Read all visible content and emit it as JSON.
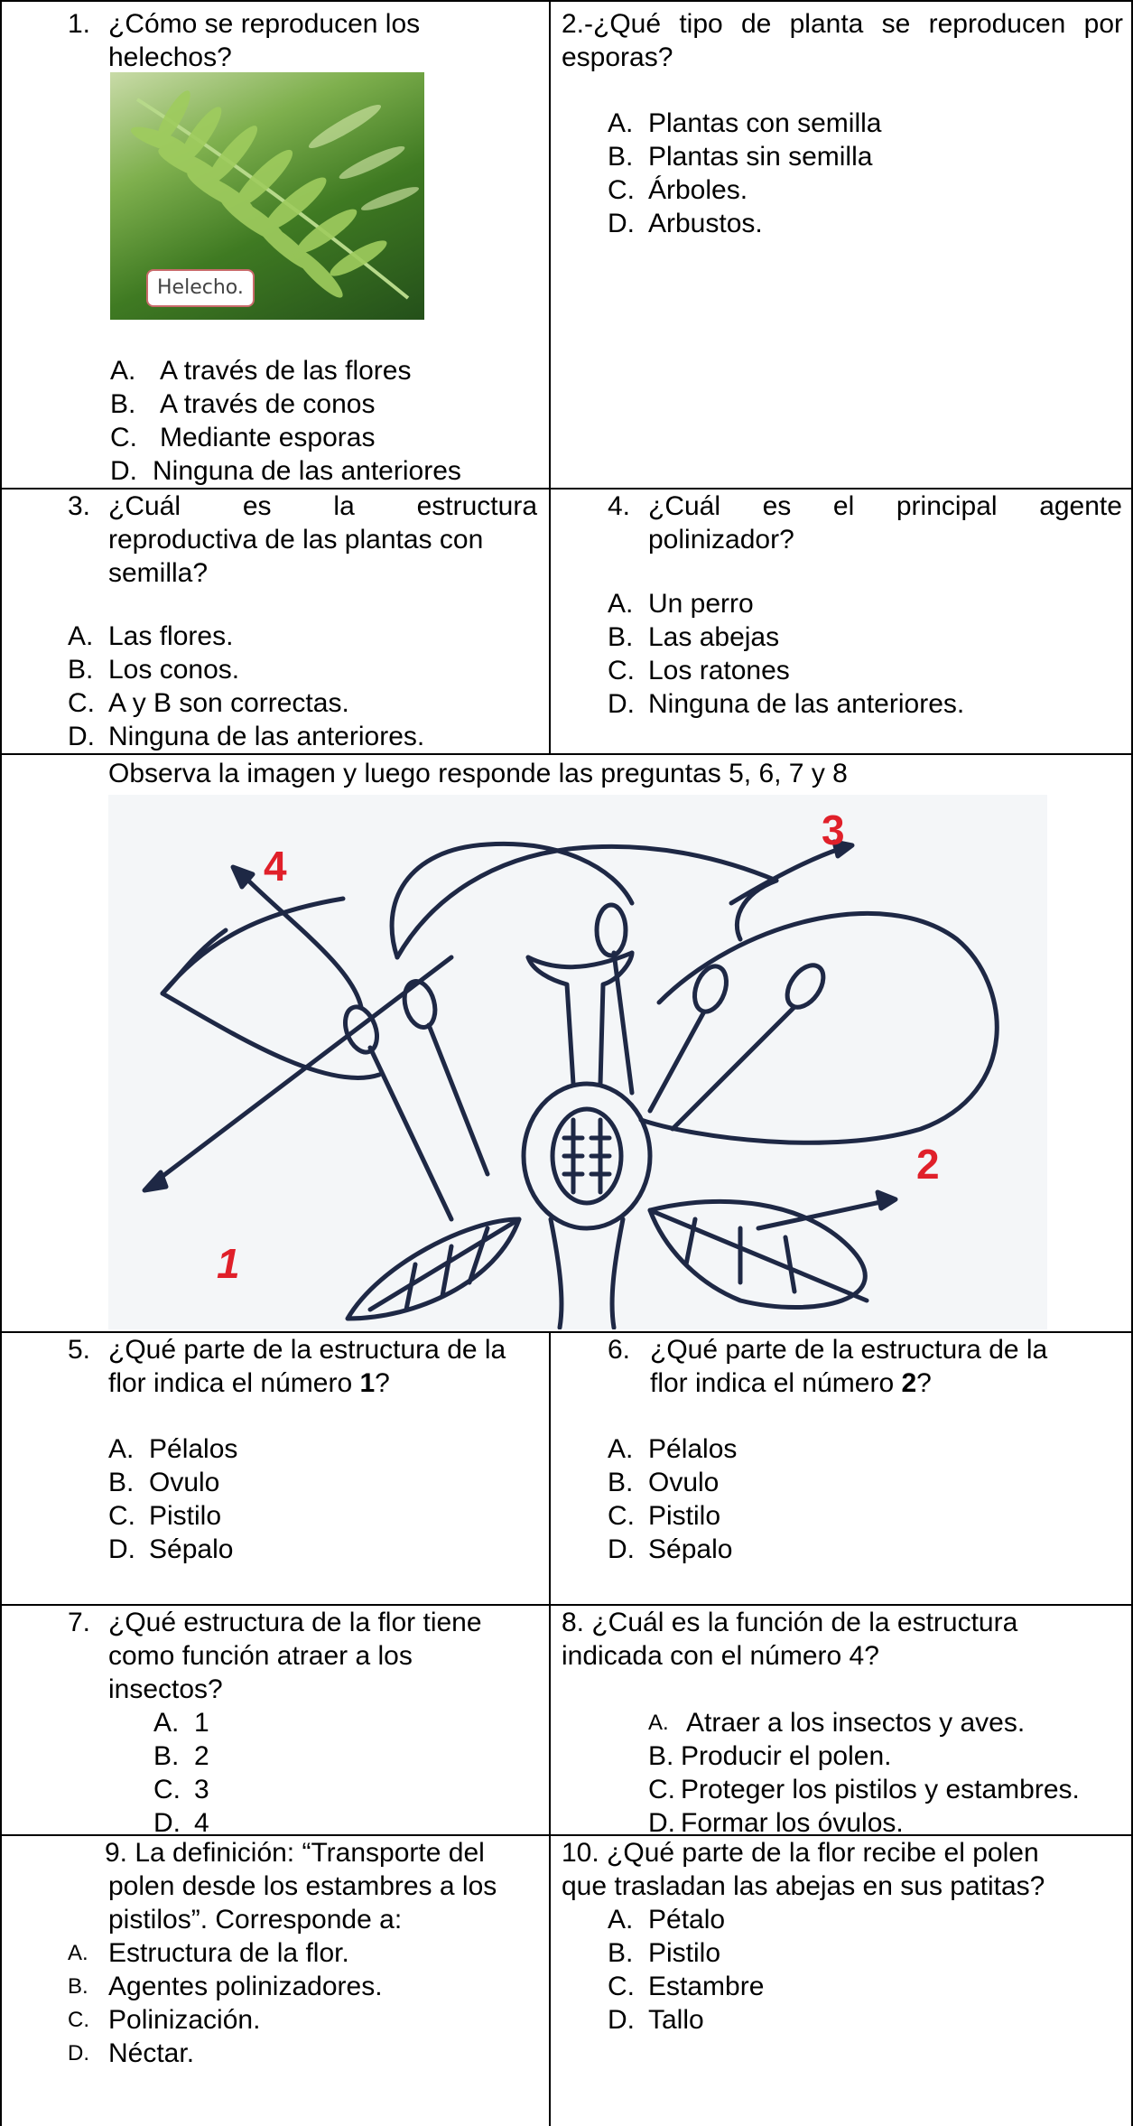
{
  "q1": {
    "number": "1.",
    "text": "¿Cómo se reproducen los helechos?",
    "image_caption": "Helecho.",
    "options": [
      {
        "letter": "A.",
        "text": "A través de las flores"
      },
      {
        "letter": "B.",
        "text": "A través de conos"
      },
      {
        "letter": "C.",
        "text": "Mediante esporas"
      },
      {
        "letter": "D.",
        "text": "Ninguna de las anteriores"
      }
    ]
  },
  "q2": {
    "text_line1": "2.-¿Qué tipo de planta se reproducen por",
    "text_line2": "esporas?",
    "options": [
      {
        "letter": "A.",
        "text": "Plantas con semilla"
      },
      {
        "letter": "B.",
        "text": "Plantas sin semilla"
      },
      {
        "letter": "C.",
        "text": "Árboles."
      },
      {
        "letter": "D.",
        "text": "Arbustos."
      }
    ]
  },
  "q3": {
    "number": "3.",
    "line1": [
      "¿Cuál",
      "es",
      "la",
      "estructura"
    ],
    "line2": "reproductiva de las plantas con",
    "line3": "semilla?",
    "options": [
      {
        "letter": "A.",
        "text": "Las flores."
      },
      {
        "letter": "B.",
        "text": "Los conos."
      },
      {
        "letter": "C.",
        "text": "A y B son correctas."
      },
      {
        "letter": "D.",
        "text": "Ninguna de las anteriores."
      }
    ]
  },
  "q4": {
    "number": "4.",
    "line1": [
      "¿Cuál",
      "es",
      "el",
      "principal",
      "agente"
    ],
    "line2": "polinizador?",
    "options": [
      {
        "letter": "A.",
        "text": "Un perro"
      },
      {
        "letter": "B.",
        "text": "Las abejas"
      },
      {
        "letter": "C.",
        "text": "Los ratones"
      },
      {
        "letter": "D.",
        "text": "Ninguna de las anteriores."
      }
    ]
  },
  "diagram": {
    "instruction": "Observa la imagen y luego responde las preguntas 5, 6, 7 y 8",
    "labels": {
      "one": "1",
      "two": "2",
      "three": "3",
      "four": "4"
    },
    "label_color": "#e0202a",
    "line_color": "#1e2845"
  },
  "q5": {
    "number": "5.",
    "line1": "¿Qué parte de la estructura de la",
    "line2_pre": "flor indica el número ",
    "line2_bold": "1",
    "line2_post": "?",
    "options": [
      {
        "letter": "A.",
        "text": "Pélalos"
      },
      {
        "letter": "B.",
        "text": "Ovulo"
      },
      {
        "letter": "C.",
        "text": "Pistilo"
      },
      {
        "letter": "D.",
        "text": "Sépalo"
      }
    ]
  },
  "q6": {
    "number": "6.",
    "line1": "¿Qué parte de la estructura de la",
    "line2_pre": "flor indica el número ",
    "line2_bold": "2",
    "line2_post": "?",
    "options": [
      {
        "letter": "A.",
        "text": "Pélalos"
      },
      {
        "letter": "B.",
        "text": "Ovulo"
      },
      {
        "letter": "C.",
        "text": "Pistilo"
      },
      {
        "letter": "D.",
        "text": "Sépalo"
      }
    ]
  },
  "q7": {
    "number": "7.",
    "line1": "¿Qué estructura de la flor tiene",
    "line2": "como función atraer a los",
    "line3": "insectos?",
    "options": [
      {
        "letter": "A.",
        "text": "1"
      },
      {
        "letter": "B.",
        "text": "2"
      },
      {
        "letter": "C.",
        "text": "3"
      },
      {
        "letter": "D.",
        "text": "4"
      }
    ]
  },
  "q8": {
    "line1": "8. ¿Cuál es la función de la estructura",
    "line2": "indicada con el número 4?",
    "options": [
      {
        "letter": "A.",
        "text": "Atraer a los insectos y aves."
      },
      {
        "letter": "B.",
        "text": "Producir el polen."
      },
      {
        "letter": "C.",
        "text": "Proteger los pistilos y estambres."
      },
      {
        "letter": "D.",
        "text": "Formar los óvulos."
      }
    ]
  },
  "q9": {
    "line1": "9. La definición: “Transporte del",
    "line2": "polen desde los estambres a los",
    "line3": "pistilos”. Corresponde a:",
    "options": [
      {
        "letter": "A.",
        "text": "Estructura de la flor."
      },
      {
        "letter": "B.",
        "text": "Agentes polinizadores."
      },
      {
        "letter": "C.",
        "text": "Polinización."
      },
      {
        "letter": "D.",
        "text": "Néctar."
      }
    ]
  },
  "q10": {
    "line1": "10. ¿Qué parte de la flor recibe el polen",
    "line2": "que trasladan las abejas en sus patitas?",
    "options": [
      {
        "letter": "A.",
        "text": "Pétalo"
      },
      {
        "letter": "B.",
        "text": "Pistilo"
      },
      {
        "letter": "C.",
        "text": "Estambre"
      },
      {
        "letter": "D.",
        "text": "Tallo"
      }
    ]
  }
}
